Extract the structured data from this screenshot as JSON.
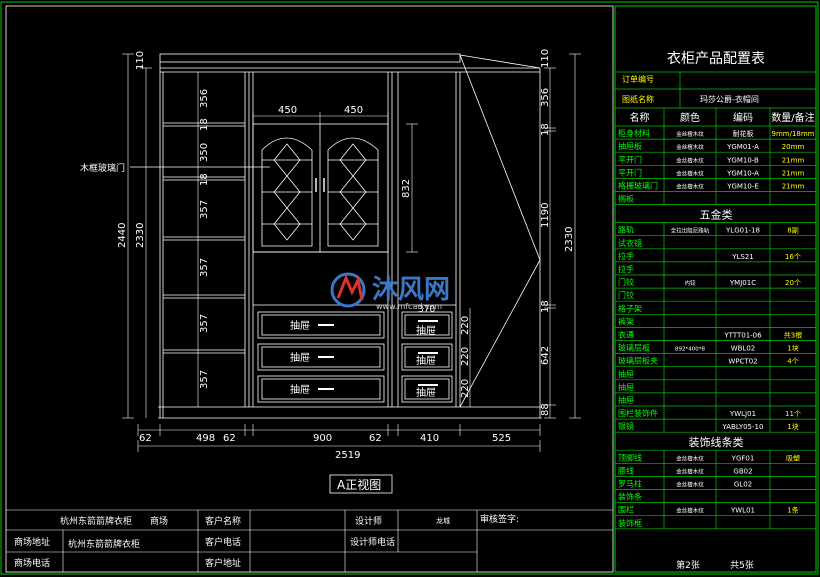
{
  "drawing": {
    "view_title": "A正视图",
    "callout_label": "木框玻璃门",
    "drawer_label": "抽屉",
    "dims_top": [
      "450",
      "450"
    ],
    "dims_bottom": [
      "62",
      "498",
      "62",
      "900",
      "62",
      "410",
      "525"
    ],
    "dim_total": "2519",
    "dims_left_outer": "2440",
    "dims_left_inner": "2330",
    "dim_top_110": "110",
    "dims_left_shelf": [
      "356",
      "18",
      "350",
      "18",
      "357",
      "357",
      "357",
      "357"
    ],
    "dim_door_height": "832",
    "dims_drawers": [
      "220",
      "220",
      "220"
    ],
    "dim_370": "370",
    "dims_right": [
      "110",
      "356",
      "18",
      "1190",
      "18",
      "642",
      "88"
    ],
    "dim_right_outer": "2330"
  },
  "spec_table": {
    "title": "衣柜产品配置表",
    "order_no_label": "订单编号",
    "drawing_name_label": "图纸名称",
    "drawing_name_value": "玛莎公爵-衣帽间",
    "header": [
      "名称",
      "颜色",
      "编码",
      "数量/备注"
    ],
    "material_rows": [
      [
        "柜身材料",
        "金丝檀木纹",
        "耐花板",
        "9mm/18mm"
      ],
      [
        "抽屉板",
        "金丝檀木纹",
        "YGM01-A",
        "20mm"
      ],
      [
        "平开门",
        "金丝檀木纹",
        "YGM10-B",
        "21mm"
      ],
      [
        "平开门",
        "金丝檀木纹",
        "YGM10-A",
        "21mm"
      ],
      [
        "格栅玻璃门",
        "金丝檀木纹",
        "YGM10-E",
        "21mm"
      ],
      [
        "搁板",
        "",
        "",
        ""
      ]
    ],
    "hardware_title": "五金类",
    "hardware_rows": [
      [
        "路轨",
        "全拉出阻尼路轨",
        "YLG01-18",
        "8副"
      ],
      [
        "试衣镜",
        "",
        "",
        ""
      ],
      [
        "拉手",
        "",
        "YLS21",
        "16个"
      ],
      [
        "拉手",
        "",
        "",
        ""
      ],
      [
        "门铰",
        "内铰",
        "YMJ01C",
        "20个"
      ],
      [
        "门铰",
        "",
        "",
        ""
      ],
      [
        "格子架",
        "",
        "",
        ""
      ],
      [
        "裤架",
        "",
        "",
        ""
      ],
      [
        "衣通",
        "",
        "YTTT01-06",
        "共3根"
      ],
      [
        "玻璃层板",
        "892*400*8",
        "WBL02",
        "1块"
      ],
      [
        "玻璃层板夹",
        "",
        "WPCT02",
        "4个"
      ],
      [
        "抽屉",
        "",
        "",
        ""
      ],
      [
        "抽屉",
        "",
        "",
        ""
      ],
      [
        "抽屉",
        "",
        "",
        ""
      ],
      [
        "围栏装饰件",
        "",
        "YWLJ01",
        "11个"
      ],
      [
        "银镜",
        "",
        "YABLY05-10",
        "1块"
      ]
    ],
    "trim_title": "装饰线条类",
    "trim_rows": [
      [
        "顶脚线",
        "金丝檀木纹",
        "YGF01",
        "吸塑"
      ],
      [
        "腰线",
        "金丝檀木纹",
        "GB02",
        ""
      ],
      [
        "罗马柱",
        "金丝檀木纹",
        "GL02",
        ""
      ],
      [
        "装饰条",
        "",
        "",
        ""
      ],
      [
        "围栏",
        "金丝檀木纹",
        "YWL01",
        "1条"
      ],
      [
        "装饰框",
        "",
        "",
        ""
      ]
    ],
    "sheet_no": "第2张",
    "sheet_total": "共5张"
  },
  "title_block": {
    "store_name": "杭州东箭箭牌衣柜",
    "mall_label": "商场",
    "customer_name_label": "客户名称",
    "designer_label": "设计师",
    "designer_value": "龙城",
    "review_label": "审核签字:",
    "store_address_label": "商场地址",
    "store_address_value": "杭州东箭箭牌衣柜",
    "customer_phone_label": "客户电话",
    "designer_phone_label": "设计师电话",
    "store_phone_label": "商场电话",
    "customer_address_label": "客户地址"
  },
  "watermark": {
    "brand_cn": "沐风网",
    "url": "www.mfcad.com"
  },
  "colors": {
    "background": "#000000",
    "line": "#ffffff",
    "frame_green": "#00c800",
    "text_green": "#00ff00",
    "text_yellow": "#ffff00",
    "watermark_blue": "#3a78c8",
    "watermark_red": "#e03030"
  }
}
